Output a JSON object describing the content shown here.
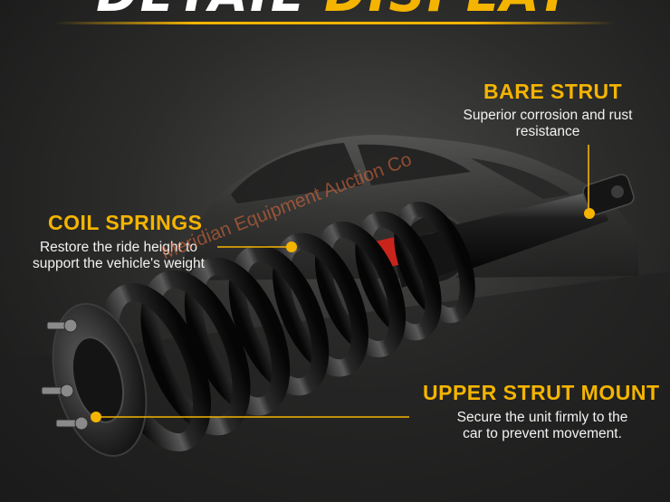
{
  "header": {
    "title_part1": "DETAIL",
    "title_part2": "DISPLAY"
  },
  "callouts": {
    "bare_strut": {
      "title": "BARE STRUT",
      "desc_line1": "Superior corrosion and rust",
      "desc_line2": "resistance"
    },
    "coil_springs": {
      "title": "COIL SPRINGS",
      "desc_line1": "Restore the ride height to",
      "desc_line2": "support the vehicle's weight"
    },
    "upper_mount": {
      "title": "UPPER STRUT MOUNT",
      "desc_line1": "Secure the unit firmly to the",
      "desc_line2": "car to prevent movement."
    }
  },
  "watermark": "Meridian Equipment Auction Co",
  "colors": {
    "accent": "#f4b400",
    "text": "#f2f2f2",
    "background": "#2c2c2b"
  }
}
